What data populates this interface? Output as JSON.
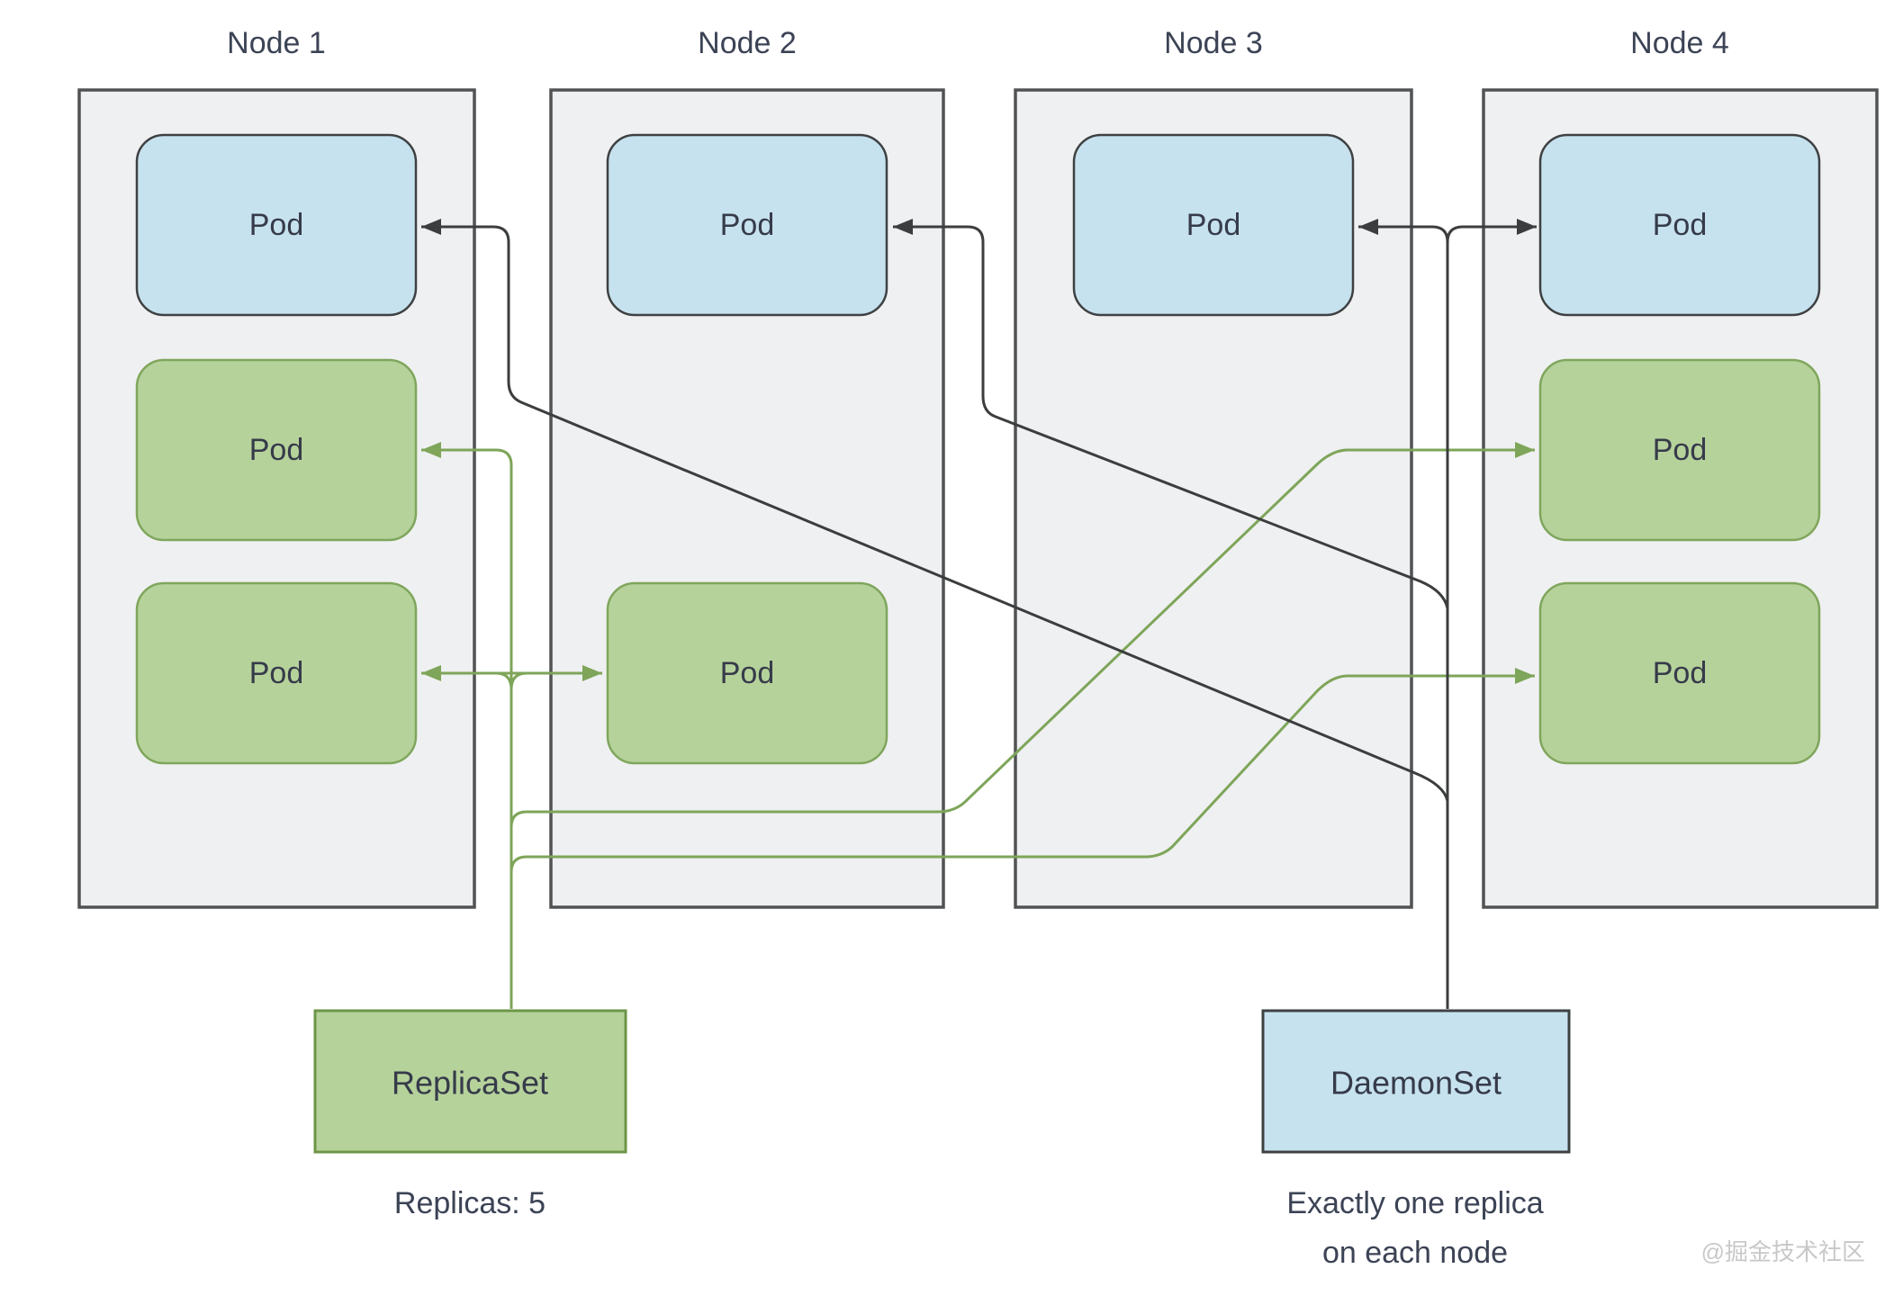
{
  "diagram": {
    "nodes": [
      {
        "label": "Node 1"
      },
      {
        "label": "Node 2"
      },
      {
        "label": "Node 3"
      },
      {
        "label": "Node 4"
      }
    ],
    "pod_label": "Pod",
    "replicaset": {
      "title": "ReplicaSet",
      "caption": "Replicas: 5"
    },
    "daemonset": {
      "title": "DaemonSet",
      "caption_line1": "Exactly one replica",
      "caption_line2": "on each node"
    },
    "watermark": "@掘金技术社区",
    "colors": {
      "background": "#ffffff",
      "node_fill": "#eff0f1",
      "node_stroke": "#515254",
      "pod_blue_fill": "#c7e2ef",
      "pod_blue_stroke": "#3e4142",
      "pod_green_fill": "#b6d29b",
      "pod_green_stroke": "#7fa65c",
      "replicaset_fill": "#b6d29b",
      "replicaset_stroke": "#6d9547",
      "daemonset_fill": "#c7e2ef",
      "daemonset_stroke": "#3e4142",
      "line_green": "#7ea559",
      "line_black": "#3b3d3e",
      "text_dark": "#363b4a",
      "text_label": "#3c4355",
      "watermark": "#c8c8c8"
    }
  }
}
